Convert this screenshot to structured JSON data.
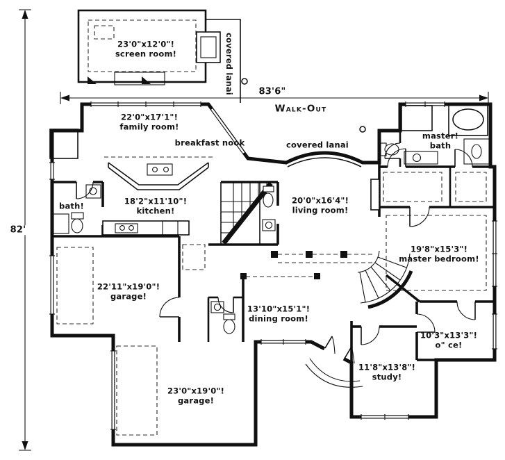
{
  "plan": {
    "walkout_label": "Walk-Out",
    "dim_width": "83'6\"",
    "dim_height": "82'"
  },
  "areas": {
    "screen_room": {
      "line1": "23'0\"x12'0\"!",
      "line2": "screen room!"
    },
    "covered_lanai_top": {
      "line1": "covered lanai"
    },
    "family_room": {
      "line1": "22'0\"x17'1\"!",
      "line2": "family room!"
    },
    "breakfast_nook": {
      "line1": "breakfast nook"
    },
    "covered_lanai_rear": {
      "line1": "covered lanai"
    },
    "master_bath": {
      "line1": "master!",
      "line2": "bath"
    },
    "kitchen": {
      "line1": "18'2\"x11'10\"!",
      "line2": "kitchen!"
    },
    "bath": {
      "line1": "bath!"
    },
    "living_room": {
      "line1": "20'0\"x16'4\"!",
      "line2": "living room!"
    },
    "master_bedroom": {
      "line1": "19'8\"x15'3\"!",
      "line2": "master bedroom!"
    },
    "garage_left": {
      "line1": "22'11\"x19'0\"!",
      "line2": "garage!"
    },
    "dining_room": {
      "line1": "13'10\"x15'1\"!",
      "line2": "dining room!"
    },
    "office": {
      "line1": "10'3\"x13'3\"!",
      "line2": "o\" ce!"
    },
    "study": {
      "line1": "11'8\"x13'8\"!",
      "line2": "study!"
    },
    "garage_bottom": {
      "line1": "23'0\"x19'0\"!",
      "line2": "garage!"
    }
  }
}
